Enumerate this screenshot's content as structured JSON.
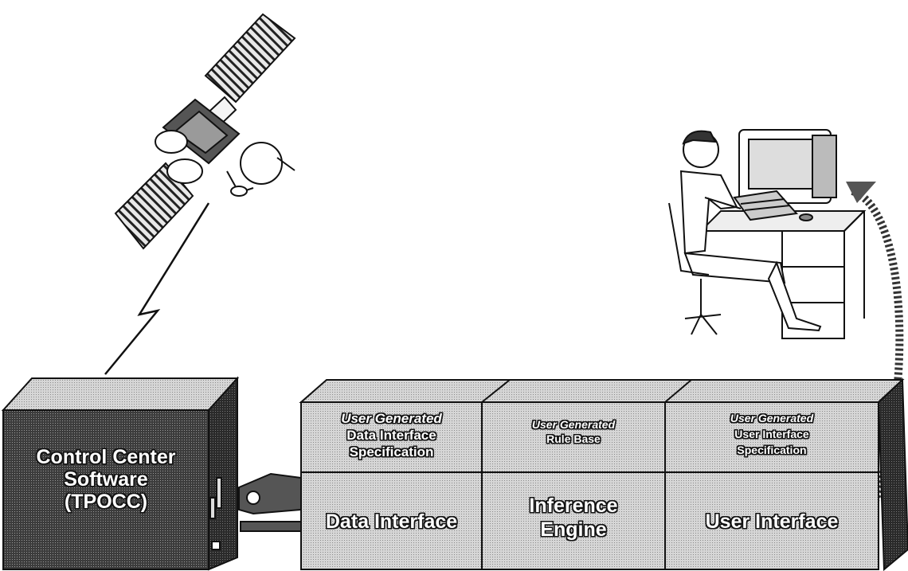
{
  "control_center": {
    "line1": "Control Center",
    "line2": "Software",
    "line3": "(TPOCC)"
  },
  "modules": {
    "spec_data": {
      "italic": "User Generated",
      "line1": "Data Interface",
      "line2": "Specification"
    },
    "spec_rule": {
      "italic": "User Generated",
      "line1": "Rule Base"
    },
    "spec_ui": {
      "italic": "User Generated",
      "line1": "User Interface",
      "line2": "Specification"
    },
    "data_interface": "Data Interface",
    "inference_line1": "Inference",
    "inference_line2": "Engine",
    "user_interface": "User Interface"
  },
  "icons": [
    "satellite-icon",
    "radio-link-icon",
    "operator-workstation-icon",
    "curved-arrow-icon",
    "cable-connector-icon"
  ],
  "colors": {
    "dark_box": "#3a3a3a",
    "light_box": "#cfcfcf",
    "outline": "#111111"
  }
}
